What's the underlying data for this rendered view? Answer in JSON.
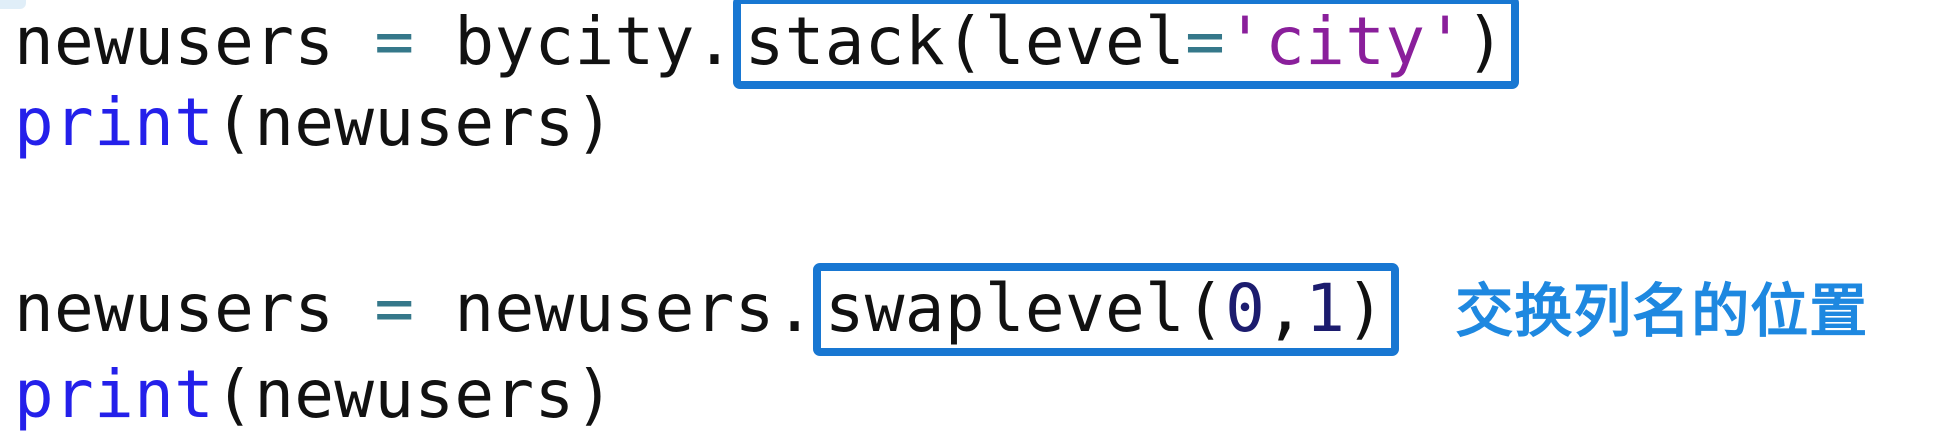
{
  "colors": {
    "code_default": "#111111",
    "keyword": "#2420EA",
    "operator": "#35788A",
    "string": "#8A1F9B",
    "number": "#1C1C6E",
    "highlight_box": "#1877D2",
    "annotation": "#1E88E0",
    "background": "#FFFFFF",
    "artifact": "#D8EAF6"
  },
  "code": {
    "lines": [
      {
        "id": "line-1",
        "tokens": [
          {
            "text": "newusers ",
            "type": "plain"
          },
          {
            "text": "=",
            "type": "operator"
          },
          {
            "text": " bycity.",
            "type": "plain"
          },
          {
            "text": "stack(level",
            "type": "plain",
            "boxed": true
          },
          {
            "text": "=",
            "type": "operator",
            "boxed": true
          },
          {
            "text": "'city'",
            "type": "string",
            "boxed": true
          },
          {
            "text": ")",
            "type": "plain",
            "boxed": true
          }
        ]
      },
      {
        "id": "line-2",
        "tokens": [
          {
            "text": "print",
            "type": "keyword"
          },
          {
            "text": "(newusers)",
            "type": "plain"
          }
        ]
      },
      {
        "id": "line-3",
        "tokens": [
          {
            "text": "newusers ",
            "type": "plain"
          },
          {
            "text": "=",
            "type": "operator"
          },
          {
            "text": " newusers.",
            "type": "plain"
          },
          {
            "text": "swaplevel(",
            "type": "plain",
            "boxed": true
          },
          {
            "text": "0",
            "type": "number",
            "boxed": true
          },
          {
            "text": ",",
            "type": "plain",
            "boxed": true
          },
          {
            "text": "1",
            "type": "number",
            "boxed": true
          },
          {
            "text": ")",
            "type": "plain",
            "boxed": true
          }
        ],
        "annotation": "交换列名的位置"
      },
      {
        "id": "line-4",
        "tokens": [
          {
            "text": "print",
            "type": "keyword"
          },
          {
            "text": "(newusers)",
            "type": "plain"
          }
        ]
      }
    ]
  }
}
